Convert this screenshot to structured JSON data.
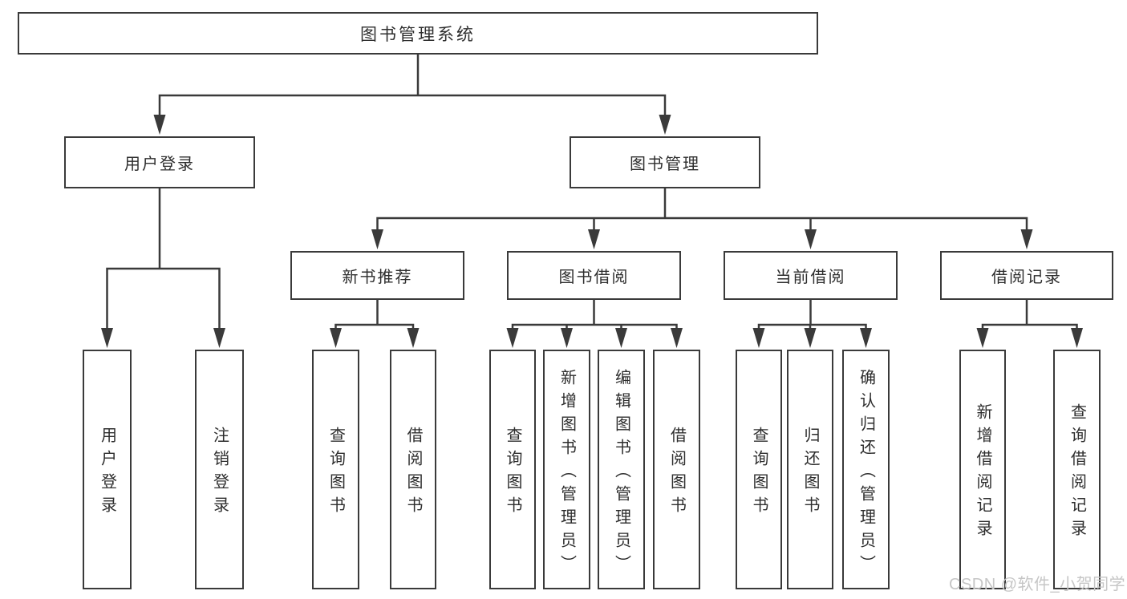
{
  "colors": {
    "background": "#ffffff",
    "line": "#3a3a3a",
    "box_border": "#3a3a3a",
    "text": "#2e2e2e",
    "watermark": "#c6c6c6"
  },
  "diagram": {
    "root": {
      "label": "图书管理系统"
    },
    "branches": [
      {
        "label": "用户登录",
        "children": [
          {
            "label": "用户登录"
          },
          {
            "label": "注销登录"
          }
        ]
      },
      {
        "label": "图书管理",
        "children": [
          {
            "label": "新书推荐",
            "children": [
              {
                "label": "查询图书"
              },
              {
                "label": "借阅图书"
              }
            ]
          },
          {
            "label": "图书借阅",
            "children": [
              {
                "label": "查询图书"
              },
              {
                "label": "新增图书（管理员）"
              },
              {
                "label": "编辑图书（管理员）"
              },
              {
                "label": "借阅图书"
              }
            ]
          },
          {
            "label": "当前借阅",
            "children": [
              {
                "label": "查询图书"
              },
              {
                "label": "归还图书"
              },
              {
                "label": "确认归还（管理员）"
              }
            ]
          },
          {
            "label": "借阅记录",
            "children": [
              {
                "label": "新增借阅记录"
              },
              {
                "label": "查询借阅记录"
              }
            ]
          }
        ]
      }
    ]
  },
  "watermark": {
    "text": "CSDN @软件_小贺同学"
  }
}
